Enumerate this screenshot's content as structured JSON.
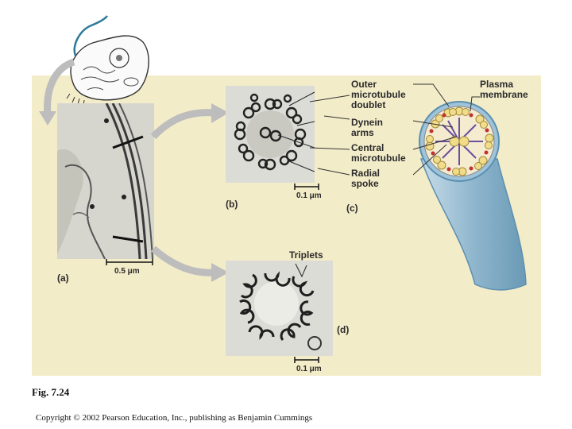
{
  "figure_caption": "Fig. 7.24",
  "copyright": "Copyright © 2002 Pearson Education, Inc., publishing as Benjamin Cummings",
  "panel_labels": {
    "a": "(a)",
    "b": "(b)",
    "c": "(c)",
    "d": "(d)"
  },
  "scale_bars": {
    "a": "0.5 μm",
    "b": "0.1 μm",
    "d": "0.1 μm"
  },
  "callouts": {
    "outer_doublet": "Outer microtubule doublet",
    "dynein_arms": "Dynein arms",
    "central_microtubule": "Central microtubule",
    "radial_spoke": "Radial spoke",
    "plasma_membrane": "Plasma membrane",
    "triplets": "Triplets"
  },
  "callout_lines": {
    "outer_1": "Outer",
    "outer_2": "microtubule",
    "outer_3": "doublet",
    "dynein_1": "Dynein",
    "dynein_2": "arms",
    "central_1": "Central",
    "central_2": "microtubule",
    "radial_1": "Radial",
    "radial_2": "spoke",
    "plasma_1": "Plasma",
    "plasma_2": "membrane"
  },
  "colors": {
    "panel_bg": "#f3ecc9",
    "flagellum": "#9fc3d8",
    "membrane": "#5b8fb0",
    "doublet": "#f1dc8a",
    "dynein": "#c0322e",
    "spoke": "#6b4f9e"
  }
}
